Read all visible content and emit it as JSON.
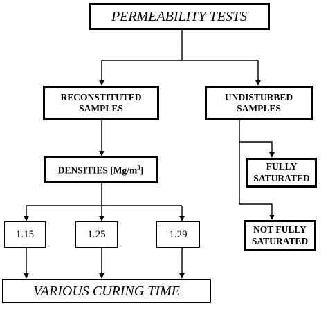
{
  "diagram": {
    "root": {
      "label": "PERMEABILITY TESTS"
    },
    "reconstituted": {
      "line1": "RECONSTITUTED",
      "line2": "SAMPLES"
    },
    "undisturbed": {
      "line1": "UNDISTURBED",
      "line2": "SAMPLES"
    },
    "densities": {
      "label": "DENSITIES [Mg/m",
      "superscript": "3",
      "closing": "]"
    },
    "fully_saturated": {
      "line1": "FULLY",
      "line2": "SATURATED"
    },
    "not_fully_saturated": {
      "line1": "NOT FULLY",
      "line2": "SATURATED"
    },
    "density_values": [
      "1.15",
      "1.25",
      "1.29"
    ],
    "curing": {
      "label": "VARIOUS CURING TIME"
    },
    "colors": {
      "stroke": "#000000",
      "fill": "#ffffff",
      "text": "#000000"
    }
  }
}
